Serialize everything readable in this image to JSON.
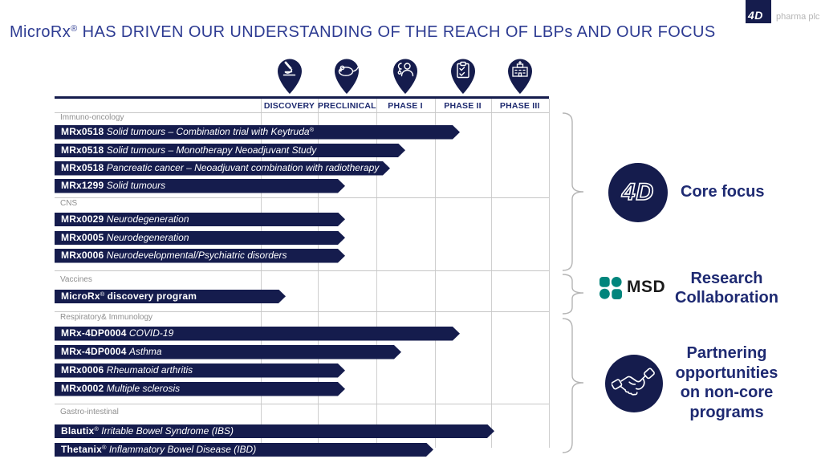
{
  "title": {
    "product": "MicroRx",
    "reg": "®",
    "rest": " HAS DRIVEN OUR UNDERSTANDING OF THE REACH OF LBPs AND OUR FOCUS"
  },
  "logo": {
    "mark": "4D",
    "suffix": "pharma plc"
  },
  "pipeline": {
    "columns": [
      {
        "label": "DISCOVERY",
        "icon": "microscope-icon"
      },
      {
        "label": "PRECLINICAL",
        "icon": "mouse-icon"
      },
      {
        "label": "PHASE I",
        "icon": "doctor-icon"
      },
      {
        "label": "PHASE II",
        "icon": "clipboard-icon"
      },
      {
        "label": "PHASE III",
        "icon": "hospital-icon"
      }
    ],
    "sections": [
      {
        "label": "Immuno-oncology",
        "bars": [
          {
            "code": "MRx0518",
            "desc": "Solid tumours – Combination trial with Keytruda",
            "desc_reg": true,
            "end": 573
          },
          {
            "code": "MRx0518",
            "desc": "Solid tumours – Monotherapy Neoadjuvant Study",
            "end": 505
          },
          {
            "code": "MRx0518",
            "desc": "Pancreatic cancer – Neoadjuvant combination with radiotherapy",
            "end": 486
          },
          {
            "code": "MRx1299",
            "desc": "Solid tumours",
            "end": 430
          }
        ]
      },
      {
        "label": "CNS",
        "bars": [
          {
            "code": "MRx0029",
            "desc": "Neurodegeneration",
            "end": 430
          },
          {
            "code": "MRx0005",
            "desc": "Neurodegeneration",
            "end": 430
          },
          {
            "code": "MRx0006",
            "desc": "Neurodevelopmental/Psychiatric disorders",
            "end": 430
          }
        ]
      },
      {
        "label": "Vaccines",
        "bars": [
          {
            "code": "MicroRx",
            "code_reg": true,
            "desc": "discovery program",
            "desc_bold": true,
            "end": 356
          }
        ]
      },
      {
        "label": "Respiratory& Immunology",
        "bars": [
          {
            "code": "MRx-4DP0004",
            "desc": "COVID-19",
            "end": 573
          },
          {
            "code": "MRx-4DP0004",
            "desc": "Asthma",
            "end": 500
          },
          {
            "code": "MRx0006",
            "desc": "Rheumatoid arthritis",
            "end": 430
          },
          {
            "code": "MRx0002",
            "desc": "Multiple sclerosis",
            "end": 430
          }
        ]
      },
      {
        "label": "Gastro-intestinal",
        "bars": [
          {
            "code": "Blautix",
            "code_reg": true,
            "desc": "Irritable Bowel Syndrome (IBS)",
            "end": 616
          },
          {
            "code": "Thetanix",
            "code_reg": true,
            "desc": "Inflammatory Bowel Disease (IBD)",
            "end": 540
          }
        ]
      }
    ]
  },
  "legend": [
    {
      "icon": "4d-circle-logo",
      "label": "Core focus"
    },
    {
      "icon": "msd-logo",
      "msd_text": "MSD",
      "label": "Research Collaboration"
    },
    {
      "icon": "handshake-icon",
      "label": "Partnering opportunities on non-core programs"
    }
  ],
  "colors": {
    "navy": "#151c4d",
    "title_blue": "#2d3b92",
    "label_navy": "#1e2a72",
    "teal": "#00857c"
  }
}
